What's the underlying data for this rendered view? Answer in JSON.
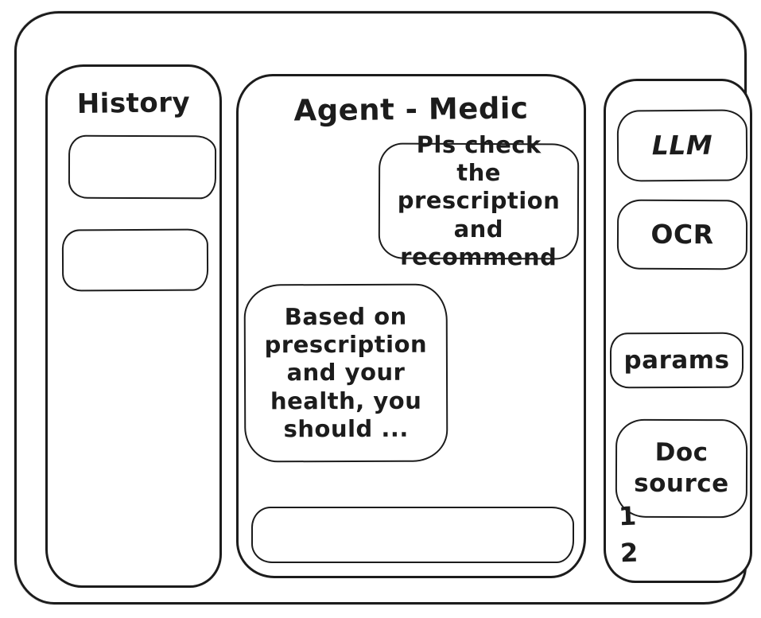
{
  "window": {
    "background": "#ffffff",
    "stroke_color": "#1c1c1c"
  },
  "history_panel": {
    "title": "History",
    "items": [
      {
        "label": ""
      },
      {
        "label": ""
      }
    ]
  },
  "chat_panel": {
    "title": "Agent - Medic",
    "messages": [
      {
        "role": "user",
        "text": "Pls check the prescription and recommend"
      },
      {
        "role": "assistant",
        "text": "Based on prescription and your health, you should ..."
      }
    ],
    "input": {
      "value": "",
      "placeholder": ""
    }
  },
  "tools_panel": {
    "buttons": [
      {
        "label": "LLM"
      },
      {
        "label": "OCR"
      },
      {
        "label": "params"
      },
      {
        "label": "Doc source"
      }
    ],
    "doc_sources": [
      "1",
      "2"
    ]
  }
}
